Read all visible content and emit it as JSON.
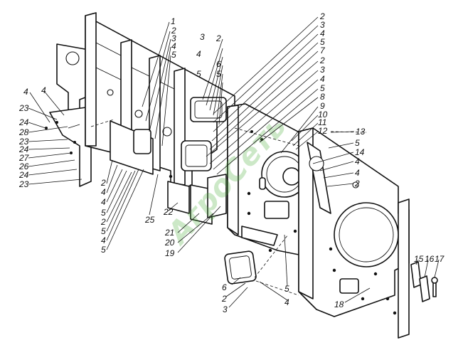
{
  "watermark": "АгроСеть",
  "colors": {
    "line": "#111111",
    "background": "#ffffff",
    "watermark": "#4caf3a"
  },
  "callouts": [
    {
      "id": "c1",
      "text": "1"
    },
    {
      "id": "c2",
      "text": "2"
    },
    {
      "id": "c3",
      "text": "3"
    },
    {
      "id": "c4",
      "text": "4"
    },
    {
      "id": "c5",
      "text": "5"
    },
    {
      "id": "c6",
      "text": "2"
    },
    {
      "id": "c7",
      "text": "3"
    },
    {
      "id": "c8",
      "text": "4"
    },
    {
      "id": "c9",
      "text": "5"
    },
    {
      "id": "c10",
      "text": "6"
    },
    {
      "id": "c11",
      "text": "5"
    },
    {
      "id": "c12",
      "text": "2"
    },
    {
      "id": "c13",
      "text": "3"
    },
    {
      "id": "c14",
      "text": "4"
    },
    {
      "id": "c15",
      "text": "5"
    },
    {
      "id": "c16",
      "text": "7"
    },
    {
      "id": "c17",
      "text": "2"
    },
    {
      "id": "c18",
      "text": "3"
    },
    {
      "id": "c19",
      "text": "4"
    },
    {
      "id": "c20",
      "text": "5"
    },
    {
      "id": "c21",
      "text": "8"
    },
    {
      "id": "c22",
      "text": "9"
    },
    {
      "id": "c23",
      "text": "10"
    },
    {
      "id": "c24",
      "text": "11"
    },
    {
      "id": "c25",
      "text": "12"
    },
    {
      "id": "c26",
      "text": "13"
    },
    {
      "id": "c27",
      "text": "5"
    },
    {
      "id": "c28",
      "text": "14"
    },
    {
      "id": "c29",
      "text": "4"
    },
    {
      "id": "c30",
      "text": "4"
    },
    {
      "id": "c31",
      "text": "2"
    },
    {
      "id": "c32",
      "text": "4"
    },
    {
      "id": "c33",
      "text": "4"
    },
    {
      "id": "c34",
      "text": "23"
    },
    {
      "id": "c35",
      "text": "24"
    },
    {
      "id": "c36",
      "text": "28"
    },
    {
      "id": "c37",
      "text": "23"
    },
    {
      "id": "c38",
      "text": "24"
    },
    {
      "id": "c39",
      "text": "27"
    },
    {
      "id": "c40",
      "text": "26"
    },
    {
      "id": "c41",
      "text": "24"
    },
    {
      "id": "c42",
      "text": "23"
    },
    {
      "id": "c43",
      "text": "2"
    },
    {
      "id": "c44",
      "text": "4"
    },
    {
      "id": "c45",
      "text": "4"
    },
    {
      "id": "c46",
      "text": "5"
    },
    {
      "id": "c47",
      "text": "2"
    },
    {
      "id": "c48",
      "text": "5"
    },
    {
      "id": "c49",
      "text": "4"
    },
    {
      "id": "c50",
      "text": "5"
    },
    {
      "id": "c51",
      "text": "25"
    },
    {
      "id": "c52",
      "text": "22"
    },
    {
      "id": "c53",
      "text": "21"
    },
    {
      "id": "c54",
      "text": "20"
    },
    {
      "id": "c55",
      "text": "19"
    },
    {
      "id": "c56",
      "text": "6"
    },
    {
      "id": "c57",
      "text": "2"
    },
    {
      "id": "c58",
      "text": "3"
    },
    {
      "id": "c59",
      "text": "5"
    },
    {
      "id": "c60",
      "text": "4"
    },
    {
      "id": "c61",
      "text": "18"
    },
    {
      "id": "c62",
      "text": "15"
    },
    {
      "id": "c63",
      "text": "16"
    },
    {
      "id": "c64",
      "text": "17"
    }
  ]
}
